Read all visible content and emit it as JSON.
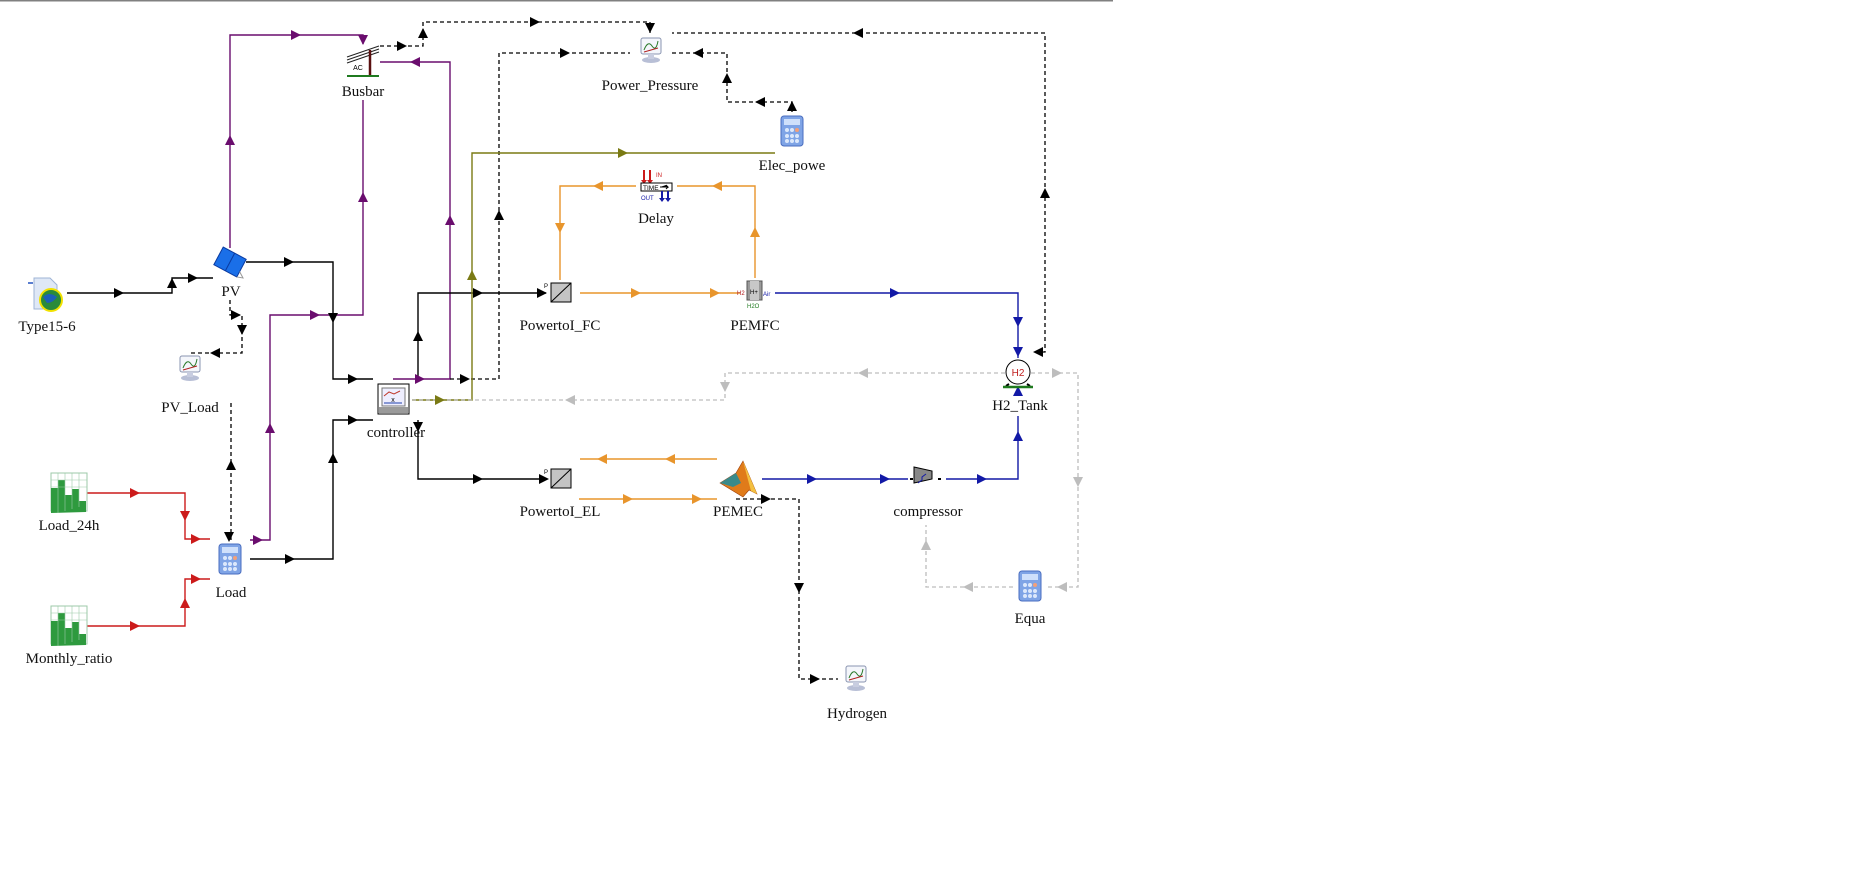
{
  "window": {
    "title": "TRNSYS Simulation Studio - assembly panel"
  },
  "colors": {
    "electric": "#6a0d6e",
    "control": "#000000",
    "signal": "#000000",
    "input": "#cc1b1b",
    "thermal": "#e8952c",
    "hydrogen": "#1219a6",
    "olive": "#7a7a14",
    "grey_link": "#bdbdbd",
    "frame": "#808080"
  },
  "components": [
    {
      "id": "type15",
      "label": "Type15-6",
      "icon": "weather-data-globe-icon"
    },
    {
      "id": "pv",
      "label": "PV",
      "icon": "solar-panel-icon"
    },
    {
      "id": "busbar",
      "label": "Busbar",
      "icon": "ac-busbar-icon",
      "icon_text": "AC"
    },
    {
      "id": "pv_load",
      "label": "PV_Load",
      "icon": "online-plotter-icon"
    },
    {
      "id": "controller",
      "label": "controller",
      "icon": "controller-monitor-icon"
    },
    {
      "id": "load_24h",
      "label": "Load_24h",
      "icon": "data-reader-bar-chart-icon"
    },
    {
      "id": "monthly_ratio",
      "label": "Monthly_ratio",
      "icon": "data-reader-bar-chart-icon"
    },
    {
      "id": "load",
      "label": "Load",
      "icon": "calculator-icon"
    },
    {
      "id": "power_pressure",
      "label": "Power_Pressure",
      "icon": "online-plotter-icon"
    },
    {
      "id": "elec_powe",
      "label": "Elec_powe",
      "icon": "calculator-icon"
    },
    {
      "id": "delay",
      "label": "Delay",
      "icon": "time-delay-icon",
      "icon_text_in": "IN",
      "icon_text_time": "TIME",
      "icon_text_out": "OUT"
    },
    {
      "id": "powertoi_fc",
      "label": "PowertoI_FC",
      "icon": "power-converter-icon",
      "icon_text": "P"
    },
    {
      "id": "pemfc",
      "label": "PEMFC",
      "icon": "fuel-cell-icon",
      "icon_text_h2": "H2",
      "icon_text_h": "H+",
      "icon_text_air": "Air",
      "icon_text_h2o": "H2O"
    },
    {
      "id": "h2_tank",
      "label": "H2_Tank",
      "icon": "hydrogen-tank-icon",
      "icon_text": "H2"
    },
    {
      "id": "powertoi_el",
      "label": "PowertoI_EL",
      "icon": "power-converter-icon",
      "icon_text": "P"
    },
    {
      "id": "pemec",
      "label": "PEMEC",
      "icon": "matlab-icon"
    },
    {
      "id": "compressor",
      "label": "compressor",
      "icon": "compressor-icon"
    },
    {
      "id": "equa",
      "label": "Equa",
      "icon": "calculator-icon"
    },
    {
      "id": "hydrogen",
      "label": "Hydrogen",
      "icon": "online-plotter-icon"
    }
  ]
}
